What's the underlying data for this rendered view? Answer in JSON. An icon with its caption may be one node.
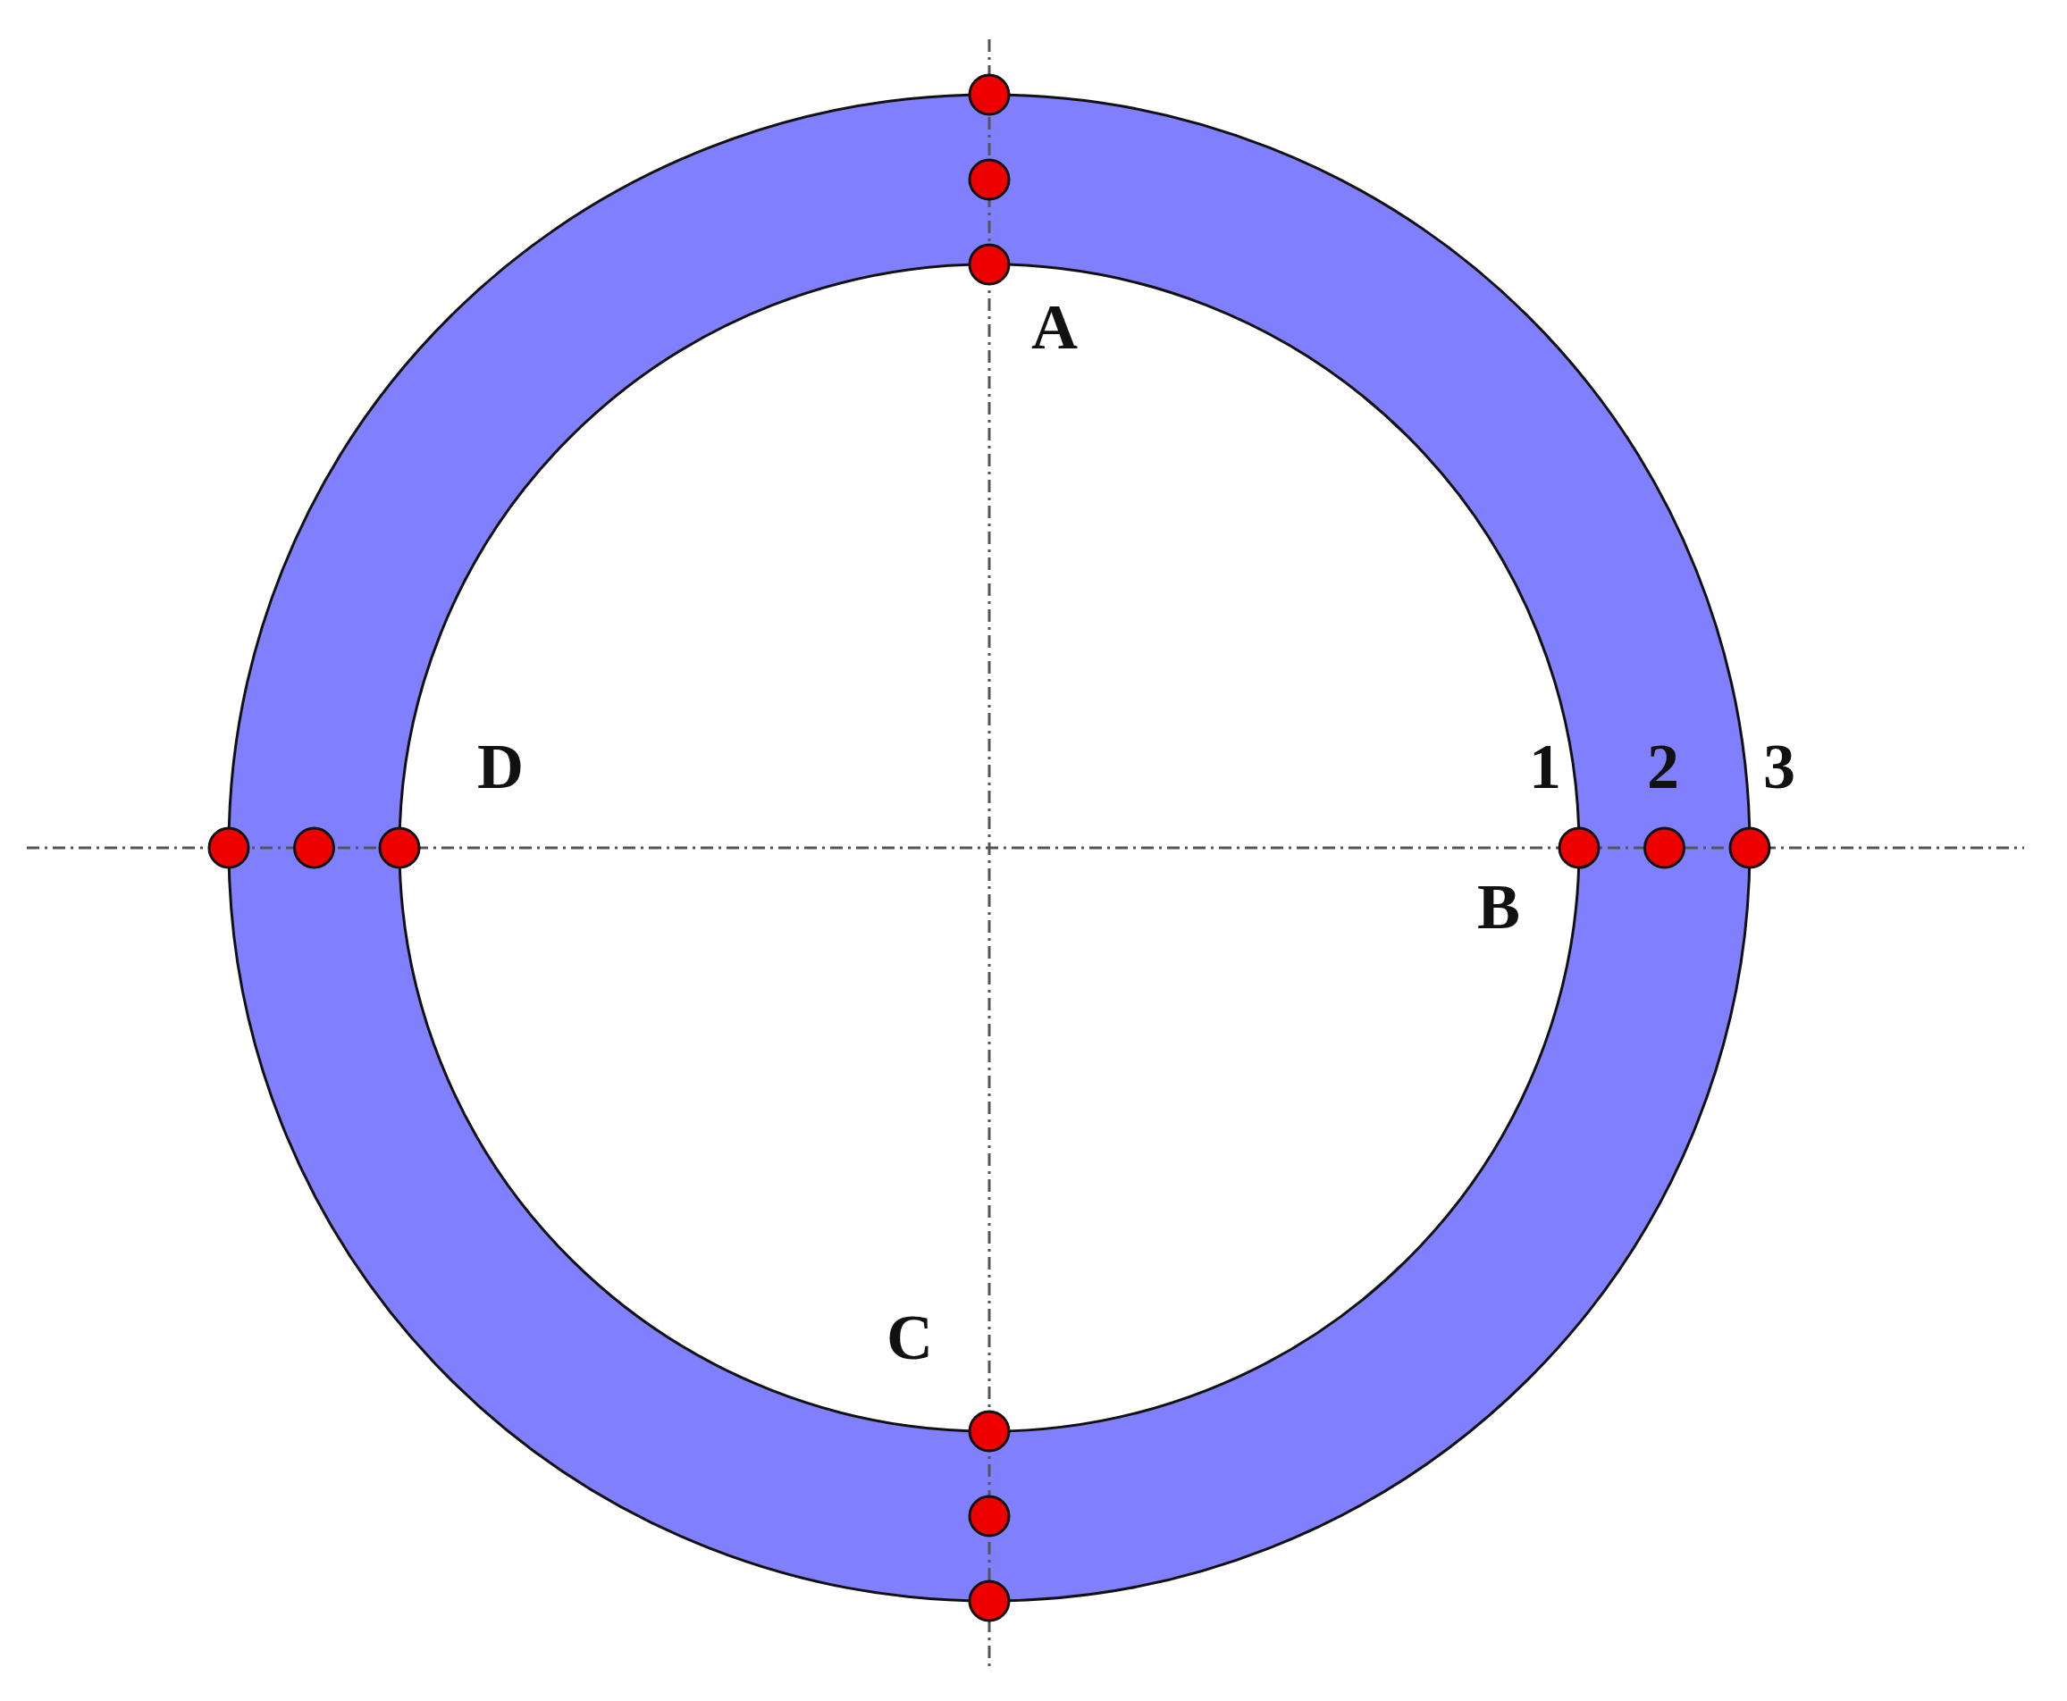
{
  "diagram": {
    "labels": [
      "A",
      "D",
      "1",
      "2",
      "3",
      "B",
      "C"
    ]
  }
}
